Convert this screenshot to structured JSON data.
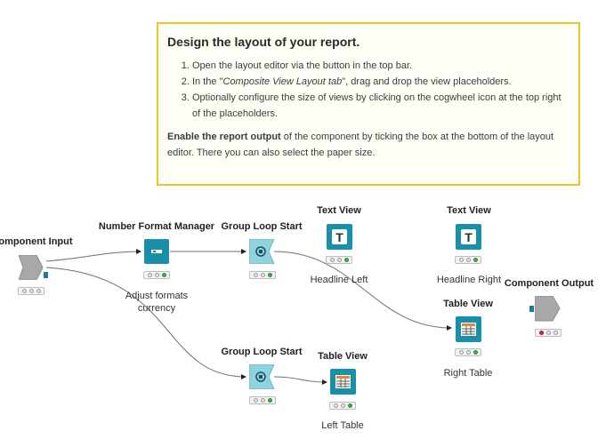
{
  "annotation": {
    "title": "Design the layout of your report.",
    "steps": [
      "Open the layout editor via the button in the top bar.",
      "In the \"",
      "Composite View Layout tab",
      "\", drag and drop the view placeholders.",
      "Optionally configure the size of views by clicking on the cogwheel icon at the top right of the placeholders."
    ],
    "footer_bold": "Enable the report output",
    "footer_text": " of the component by ticking the box at the bottom of the layout editor. There you can also select the paper size.",
    "border_color": "#e6c82a"
  },
  "nodes": {
    "component_input": {
      "title": "Component Input",
      "label": ""
    },
    "number_format_manager": {
      "title": "Number Format Manager",
      "label_line1": "Adjust formats",
      "label_line2": "currency"
    },
    "group_loop_start_top": {
      "title": "Group Loop Start",
      "label": ""
    },
    "text_view_left": {
      "title": "Text View",
      "label": "Headline Left",
      "icon_glyph": "T"
    },
    "text_view_right": {
      "title": "Text View",
      "label": "Headline Right",
      "icon_glyph": "T"
    },
    "table_view_right": {
      "title": "Table View",
      "label": "Right Table"
    },
    "component_output": {
      "title": "Component Output",
      "label": ""
    },
    "group_loop_start_bottom": {
      "title": "Group Loop Start",
      "label": ""
    },
    "table_view_left": {
      "title": "Table View",
      "label": "Left Table"
    }
  },
  "colors": {
    "node_teal": "#1a8fa8",
    "loop_light": "#8fd3df",
    "status_green": "#3fb14a",
    "status_red": "#d9262b",
    "connection": "#6f6f6f"
  }
}
